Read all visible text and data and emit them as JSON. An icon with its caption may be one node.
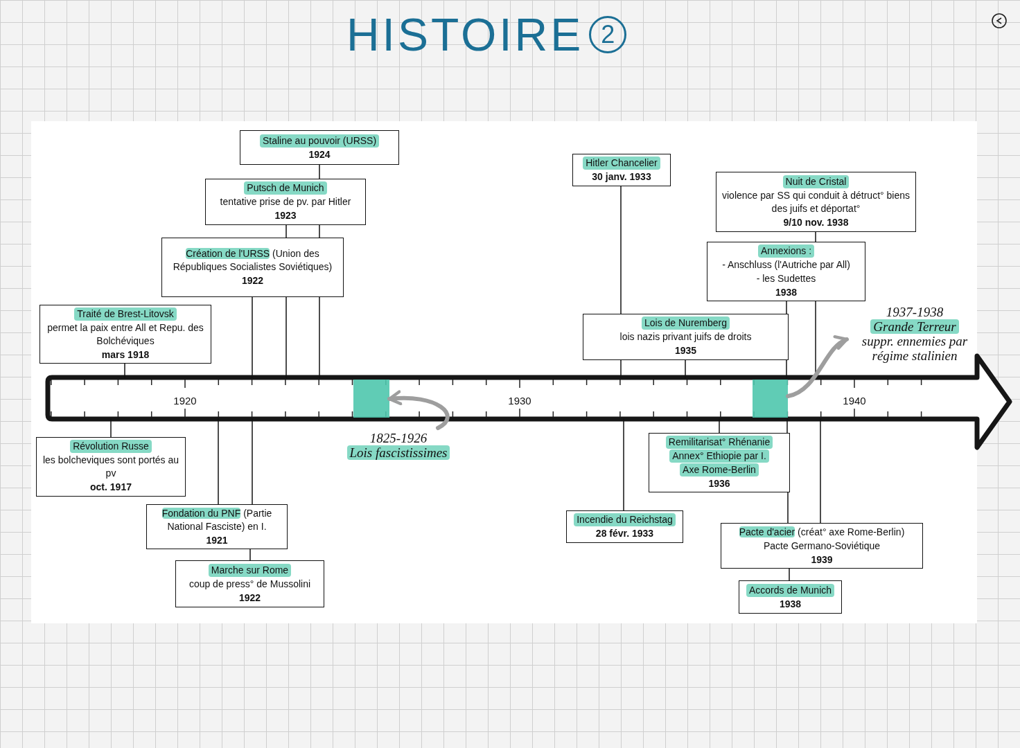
{
  "diagram": {
    "title": "HISTOIRE",
    "nodes": [
      {
        "text": [
          "Staline au pouvoir (URSS)",
          "1924"
        ]
      },
      {
        "text": [
          "Putsch de Munich",
          "tentative prise de pv. par Hitler",
          "1923"
        ]
      },
      {
        "text": [
          "**Création de l'URSS** (Union des Républiques Socialistes Soviétiques)",
          "1922"
        ]
      },
      {
        "text": [
          "Traité de Brest-Litovsk",
          "permet la paix entre All et Repu. des Bolchéviques",
          "mars 1918"
        ]
      },
      {
        "text": [
          "Hitler Chancelier",
          "30 janv. 1933"
        ]
      },
      {
        "text": [
          "Nuit de Cristal",
          "violence par SS qui conduit à détruct° biens des juifs et déportat°",
          "9/10 nov. 1938"
        ]
      },
      {
        "text": [
          "Annexions :",
          "- Anschluss (l'Autriche par All)",
          "- les Sudettes",
          "1938"
        ]
      },
      {
        "text": [
          "Lois de Nuremberg",
          "lois nazis privant juifs de droits",
          "1935"
        ]
      },
      {
        "text": [
          "1937-1938",
          "Grande Terreur",
          "suppr. ennemies par régime stalinien"
        ]
      },
      {
        "text": [],
        "shape": "arrow"
      },
      {
        "text": [],
        "shape": "bar",
        "in": 9
      },
      {
        "text": [],
        "shape": "bar",
        "in": 9
      },
      {
        "text": [
          "1825-1926",
          "Lois fascistissimes"
        ]
      },
      {
        "text": [
          "Révolution Russe",
          "les bolcheviques sont portés au pv",
          "oct. 1917"
        ]
      },
      {
        "text": [
          "**Fondation du PNF** (Partie National Fasciste) en I.",
          "1921"
        ]
      },
      {
        "text": [
          "Marche sur Rome",
          "coup de press° de Mussolini",
          "1922"
        ]
      },
      {
        "text": [
          "Remilitarisat° Rhénanie",
          "Annex° Ethiopie par I.",
          "Axe Rome-Berlin",
          "1936"
        ]
      },
      {
        "text": [
          "Incendie du Reichstag",
          "28 févr. 1933"
        ]
      },
      {
        "text": [
          "**Pacte d'acier** (créat° axe Rome-Berlin)",
          "Pacte Germano-Soviétique",
          "1939"
        ]
      },
      {
        "text": [
          "Accords de Munich",
          "1938"
        ]
      }
    ],
    "edges": [
      {
        "from": 0,
        "to": 1,
        "arrow": "none"
      },
      {
        "from": 1,
        "to": 2,
        "arrow": "none"
      },
      {
        "from": 1,
        "to": 2,
        "arrow": "none"
      },
      {
        "from": 2,
        "to": 9,
        "arrow": "none"
      },
      {
        "from": 2,
        "to": 9,
        "arrow": "none"
      },
      {
        "from": 2,
        "to": 9,
        "arrow": "none"
      },
      {
        "from": 3,
        "to": 9,
        "arrow": "none"
      },
      {
        "from": 4,
        "to": 7,
        "arrow": "none"
      },
      {
        "from": 5,
        "to": 6,
        "arrow": "none"
      },
      {
        "from": 6,
        "to": 9,
        "arrow": "none"
      },
      {
        "from": 6,
        "to": 7,
        "arrow": "none"
      },
      {
        "from": 7,
        "to": 9,
        "arrow": "none"
      },
      {
        "from": 7,
        "to": 9,
        "arrow": "none"
      },
      {
        "from": 7,
        "to": 9,
        "arrow": "none"
      },
      {
        "from": 9,
        "to": 13,
        "arrow": "none"
      },
      {
        "from": 9,
        "to": 14,
        "arrow": "none"
      },
      {
        "from": 9,
        "to": 14,
        "arrow": "none"
      },
      {
        "from": 14,
        "to": 15,
        "arrow": "none"
      },
      {
        "from": 9,
        "to": 17,
        "arrow": "none"
      },
      {
        "from": 9,
        "to": 16,
        "arrow": "none"
      },
      {
        "from": 9,
        "to": 16,
        "arrow": "none"
      },
      {
        "from": 16,
        "to": 18,
        "arrow": "none"
      },
      {
        "from": 9,
        "to": 18,
        "arrow": "none"
      },
      {
        "from": 18,
        "to": 19,
        "arrow": "none"
      },
      {
        "from": 11,
        "to": 8,
        "arrow": "to",
        "style": "thick",
        "color": "#9e9e9e"
      },
      {
        "from": 12,
        "to": 10,
        "arrow": "to",
        "style": "thick",
        "color": "#9e9e9e"
      }
    ],
    "labels": [
      "2",
      "1920",
      "1930",
      "1940"
    ]
  }
}
